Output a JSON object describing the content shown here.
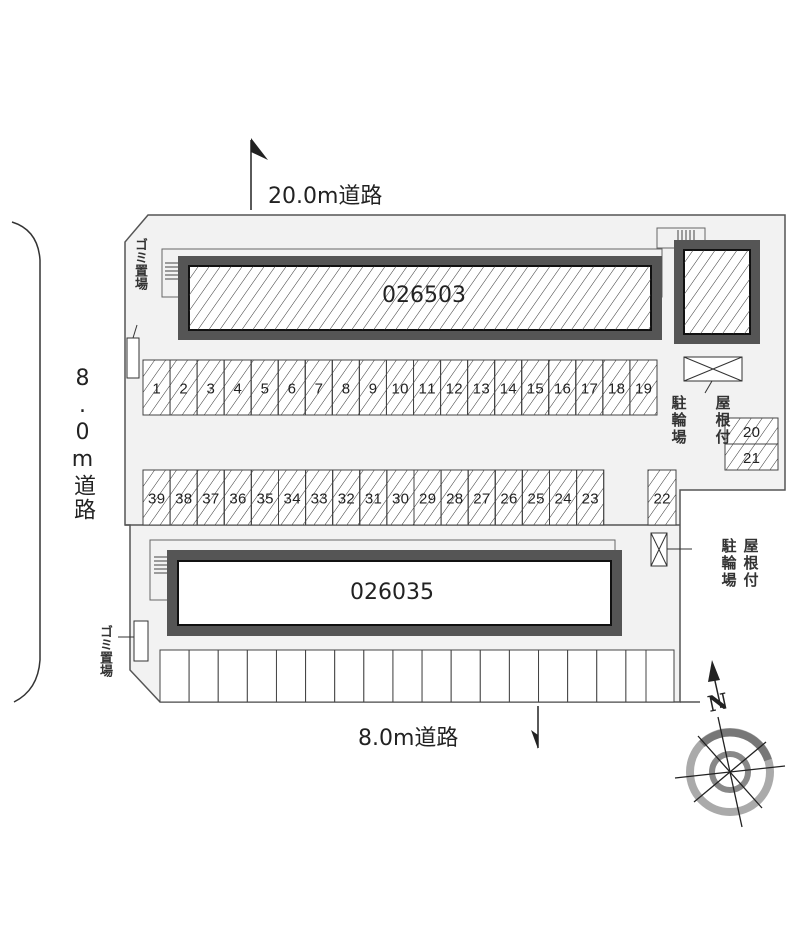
{
  "roads": {
    "north": "20.0m道路",
    "west": "8.0m道路",
    "south": "8.0m道路"
  },
  "buildings": [
    {
      "id": "026503",
      "hatched": true
    },
    {
      "id": "026035",
      "hatched": false
    }
  ],
  "labels": {
    "garbage": "ゴミ置場",
    "bike_parking_covered": [
      "屋根付",
      "駐輪場"
    ],
    "north": "N"
  },
  "parking": {
    "row_top": [
      "1",
      "2",
      "3",
      "4",
      "5",
      "6",
      "7",
      "8",
      "9",
      "10",
      "11",
      "12",
      "13",
      "14",
      "15",
      "16",
      "17",
      "18",
      "19"
    ],
    "row_mid": [
      "39",
      "38",
      "37",
      "36",
      "35",
      "34",
      "33",
      "32",
      "31",
      "30",
      "29",
      "28",
      "27",
      "26",
      "25",
      "24",
      "23"
    ],
    "side": [
      "20",
      "21"
    ],
    "single": "22",
    "row_bottom_count": 17
  },
  "colors": {
    "wall": "#555555",
    "lot": "#f2f2f2",
    "line": "#444444"
  }
}
